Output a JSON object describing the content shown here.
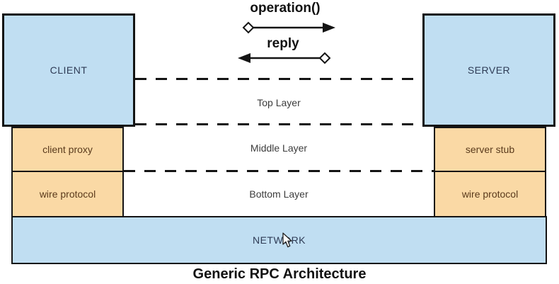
{
  "diagram": {
    "title": "Generic RPC Architecture",
    "client_label": "CLIENT",
    "server_label": "SERVER",
    "network_label": "NETWORK",
    "client_proxy_label": "client proxy",
    "server_stub_label": "server stub",
    "wire_protocol_left_label": "wire protocol",
    "wire_protocol_right_label": "wire protocol",
    "layers": {
      "top": "Top Layer",
      "middle": "Middle Layer",
      "bottom": "Bottom Layer"
    },
    "messages": {
      "operation": "operation()",
      "reply": "reply"
    },
    "colors": {
      "box_blue": "#c0def2",
      "box_orange": "#fad9a5",
      "border_dark": "#141414",
      "text_navy": "#2e3b55",
      "text_brown": "#5a3a1c",
      "text_gray": "#3c3c3c",
      "text_black": "#111111"
    }
  }
}
